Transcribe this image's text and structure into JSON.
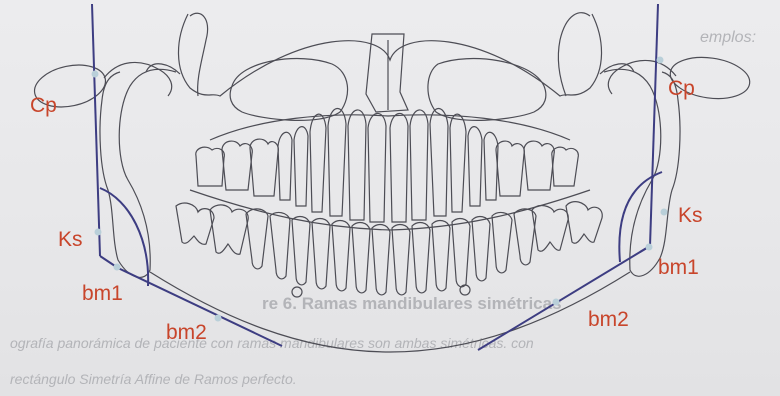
{
  "colors": {
    "label": "#c8452b",
    "frame": "#3d3d82",
    "ink": "#4d4d55",
    "bleed": "#b3b4b8"
  },
  "labels": {
    "cp_left": "Cp",
    "cp_right": "Cp",
    "ks_left": "Ks",
    "ks_right": "Ks",
    "bm1_left": "bm1",
    "bm1_right": "bm1",
    "bm2_left": "bm2",
    "bm2_right": "bm2"
  },
  "bleed_text": {
    "top_right": "emplos:",
    "figure_caption": "re 6. Ramas mandibulares simétricas",
    "line1": "ografía panorámica de paciente con ramas mandibulares son ambas simétricas. con",
    "line2": "rectángulo Simetría Affine de Ramos perfecto."
  }
}
